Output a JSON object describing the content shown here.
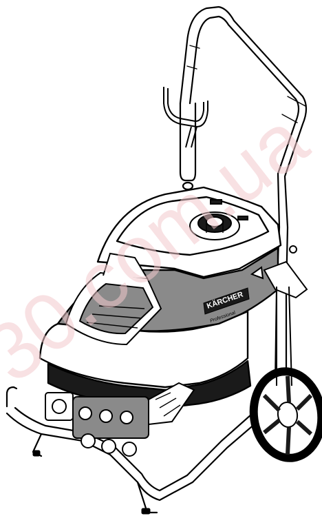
{
  "image": {
    "subject": "pressure-washer-line-drawing",
    "brand_text": "KÄRCHER",
    "model_text": "Professional"
  },
  "watermark": {
    "text": "30.com.ua",
    "color": "#f2c9cc"
  },
  "colors": {
    "line": "#000000",
    "fill_light": "#ffffff",
    "fill_grey": "#8a8a8a",
    "fill_dark": "#1a1a1a",
    "tire": "#000000"
  }
}
